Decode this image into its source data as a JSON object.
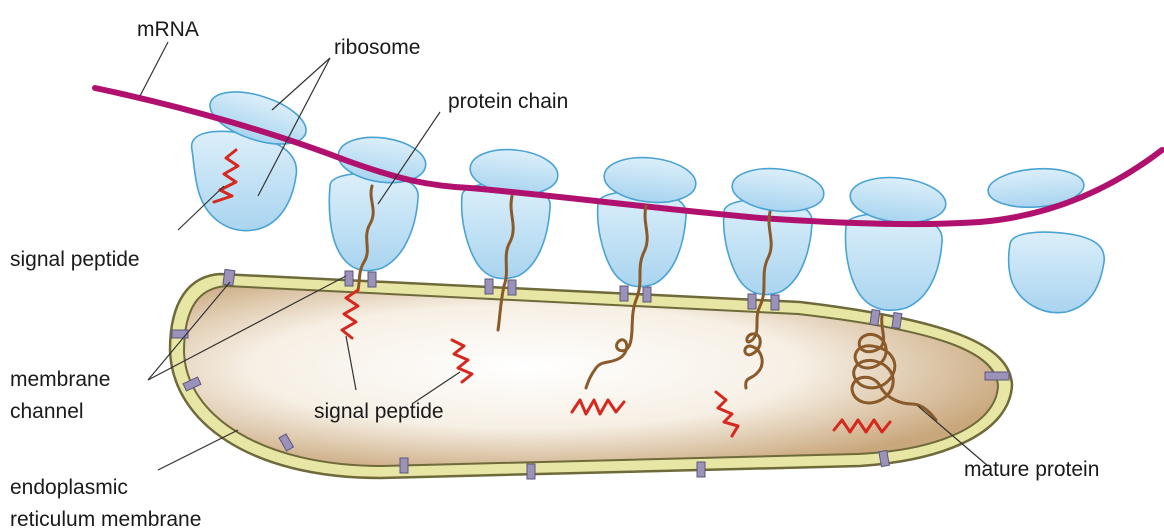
{
  "labels": {
    "mrna": "mRNA",
    "ribosome": "ribosome",
    "protein_chain": "protein chain",
    "signal_peptide_top": "signal peptide",
    "membrane_channel_line1": "membrane",
    "membrane_channel_line2": "channel",
    "signal_peptide_bottom": "signal peptide",
    "er_membrane_line1": "endoplasmic",
    "er_membrane_line2": "reticulum membrane",
    "mature_protein": "mature protein"
  },
  "colors": {
    "mrna": "#b0106e",
    "ribosome_fill": "#bfe0f4",
    "ribosome_stroke": "#4aa3d3",
    "protein_chain": "#8a5a2b",
    "signal_peptide": "#d6281e",
    "membrane_fill": "#e8e6a4",
    "membrane_stroke": "#6f6a3a",
    "channel": "#9a92b8",
    "lumen_inner": "#ffffff",
    "lumen_outer": "#c9a77c",
    "leader_line": "#333333"
  }
}
